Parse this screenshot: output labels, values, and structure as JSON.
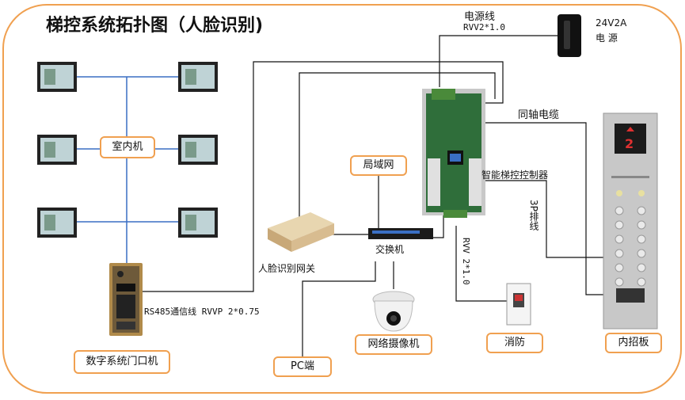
{
  "title": "梯控系统拓扑图（人脸识别)",
  "power_cable_label": "电源线",
  "power_cable_spec": "RVV2*1.0",
  "power_supply_voltage": "24V2A",
  "power_supply_label": "电  源",
  "coax_label": "同轴电缆",
  "controller_label": "智能梯控控制器",
  "cable_3p_label": "3P排线",
  "indoor_unit_label": "室内机",
  "lan_label": "局域网",
  "switch_label": "交换机",
  "face_gateway_label": "人脸识别网关",
  "rs485_label": "RS485通信线 RVVP 2*0.75",
  "rvv_fire_label": "RVV 2*1.0",
  "door_unit_label": "数字系统门口机",
  "pc_label": "PC端",
  "camera_label": "网络摄像机",
  "fire_label": "消防",
  "car_panel_label": "内招板",
  "car_panel_display": "2",
  "colors": {
    "accent_orange": "#f0a050",
    "line_blue": "#3a6fc4",
    "line_black": "#111111"
  }
}
